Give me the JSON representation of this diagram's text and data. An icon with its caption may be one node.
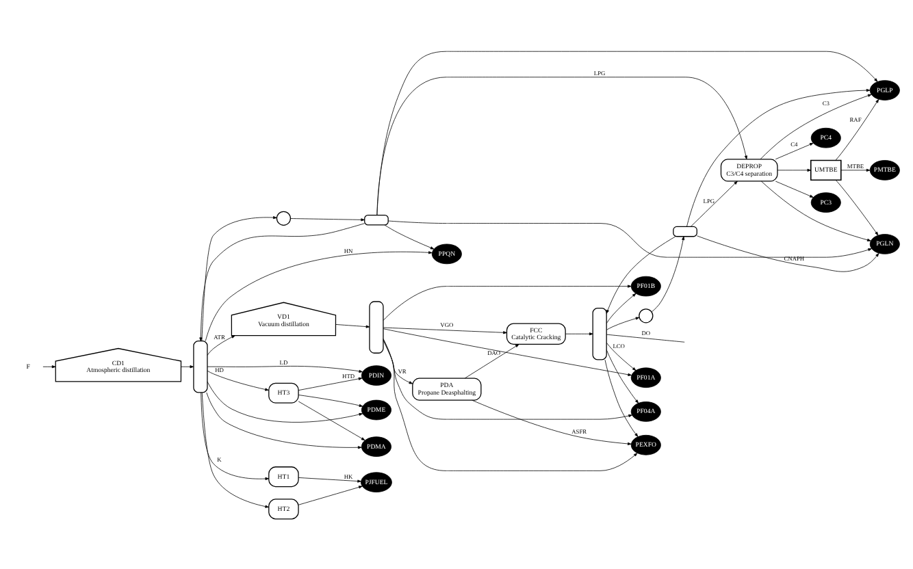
{
  "diagram": {
    "nodes": [
      {
        "text": [
          "F"
        ]
      },
      {
        "text": [
          "CD1",
          "Atmospheric distillation"
        ]
      },
      {
        "text": [],
        "shape": "column"
      },
      {
        "text": [],
        "shape": "circle"
      },
      {
        "text": [],
        "shape": "drum"
      },
      {
        "text": [
          "PPQN"
        ]
      },
      {
        "text": [
          "VD1",
          "Vacuum distillation"
        ]
      },
      {
        "text": [],
        "shape": "column"
      },
      {
        "text": [
          "PF01A"
        ]
      },
      {
        "text": [
          "PF01B"
        ]
      },
      {
        "text": [
          "PF04A"
        ]
      },
      {
        "text": [
          "PEXFO"
        ]
      },
      {
        "text": [
          "PDA",
          "Propane Deasphalting"
        ]
      },
      {
        "text": [
          "PDIN"
        ]
      },
      {
        "text": [
          "PDME"
        ]
      },
      {
        "text": [
          "PDMA"
        ]
      },
      {
        "text": [
          "PGLN"
        ]
      },
      {
        "text": [
          "PJFUEL"
        ]
      },
      {
        "text": [
          "HT1"
        ]
      },
      {
        "text": [
          "HT2"
        ]
      },
      {
        "text": [
          "HT3"
        ]
      },
      {
        "text": [
          "PGLP"
        ]
      },
      {
        "text": [
          "PC3"
        ]
      },
      {
        "text": [
          "PC4"
        ]
      },
      {
        "text": [
          "DEPROP",
          "C3/C4 separation"
        ]
      },
      {
        "text": [],
        "shape": "drum"
      },
      {
        "text": [],
        "shape": "circle"
      },
      {
        "text": [],
        "shape": "column"
      },
      {
        "text": [
          "FCC",
          "Catalytic Cracking"
        ]
      },
      {
        "text": [
          "UMTBE"
        ]
      },
      {
        "text": [
          "PMTBE"
        ]
      }
    ],
    "edges": [
      {
        "from": 0,
        "to": 1,
        "arrow": "to"
      },
      {
        "from": 1,
        "to": 2,
        "arrow": "to"
      },
      {
        "from": 2,
        "to": 3,
        "arrow": "to"
      },
      {
        "from": 3,
        "to": 4,
        "arrow": "to"
      },
      {
        "from": 4,
        "to": 2,
        "arrow": "to"
      },
      {
        "from": 4,
        "to": 5,
        "arrow": "to"
      },
      {
        "from": 2,
        "to": 5,
        "arrow": "to",
        "label": "HN"
      },
      {
        "from": 4,
        "to": 24,
        "arrow": "to",
        "label": "LPG"
      },
      {
        "from": 4,
        "to": 21,
        "arrow": "to"
      },
      {
        "from": 2,
        "to": 18,
        "arrow": "to",
        "label": "K"
      },
      {
        "from": 2,
        "to": 19,
        "arrow": "to"
      },
      {
        "from": 2,
        "to": 13,
        "arrow": "to",
        "label": "LD"
      },
      {
        "from": 2,
        "to": 14,
        "arrow": "to"
      },
      {
        "from": 2,
        "to": 15,
        "arrow": "to"
      },
      {
        "from": 2,
        "to": 20,
        "arrow": "to",
        "label": "HD"
      },
      {
        "from": 2,
        "to": 6,
        "arrow": "to",
        "label": "ATR"
      },
      {
        "from": 6,
        "to": 7,
        "arrow": "to"
      },
      {
        "from": 7,
        "to": 28,
        "arrow": "to",
        "label": "VGO"
      },
      {
        "from": 7,
        "to": 12,
        "arrow": "to",
        "label": "VR"
      },
      {
        "from": 7,
        "to": 8,
        "arrow": "to"
      },
      {
        "from": 7,
        "to": 9,
        "arrow": "to"
      },
      {
        "from": 7,
        "to": 10,
        "arrow": "to"
      },
      {
        "from": 7,
        "to": 11,
        "arrow": "to"
      },
      {
        "from": 12,
        "to": 28,
        "arrow": "to",
        "label": "DAO"
      },
      {
        "from": 12,
        "to": 11,
        "arrow": "to",
        "label": "ASFR"
      },
      {
        "from": 4,
        "to": 16,
        "arrow": "to"
      },
      {
        "from": 18,
        "to": 17,
        "arrow": "to",
        "label": "HK"
      },
      {
        "from": 19,
        "to": 17,
        "arrow": "to"
      },
      {
        "from": 20,
        "to": 13,
        "arrow": "to",
        "label": "HTD"
      },
      {
        "from": 20,
        "to": 14,
        "arrow": "to"
      },
      {
        "from": 20,
        "to": 15,
        "arrow": "to"
      },
      {
        "from": 28,
        "to": 27,
        "arrow": "to"
      },
      {
        "from": 27,
        "to": 26,
        "arrow": "to"
      },
      {
        "from": 26,
        "to": 25,
        "arrow": "to"
      },
      {
        "from": 25,
        "to": 27,
        "arrow": "to"
      },
      {
        "from": 25,
        "to": 24,
        "arrow": "to",
        "label": "LPG"
      },
      {
        "from": 25,
        "to": 21,
        "arrow": "to"
      },
      {
        "from": 25,
        "to": 16,
        "arrow": "to",
        "label": "CNAPH"
      },
      {
        "from": 24,
        "to": 21,
        "arrow": "to",
        "label": "C3"
      },
      {
        "from": 24,
        "to": 22,
        "arrow": "to"
      },
      {
        "from": 24,
        "to": 23,
        "arrow": "to",
        "label": "C4"
      },
      {
        "from": 24,
        "to": 16,
        "arrow": "to"
      },
      {
        "from": 24,
        "to": 29,
        "arrow": "to"
      },
      {
        "from": 27,
        "to": 8,
        "arrow": "to",
        "label": "LCO"
      },
      {
        "from": 27,
        "to": 9,
        "arrow": "to"
      },
      {
        "from": 27,
        "to": 10,
        "arrow": "to"
      },
      {
        "from": 27,
        "to": 11,
        "arrow": "to"
      },
      {
        "from": 27,
        "to": null,
        "arrow": "none",
        "label": "DO"
      },
      {
        "from": 29,
        "to": 30,
        "arrow": "to",
        "label": "MTBE"
      },
      {
        "from": 29,
        "to": 16,
        "arrow": "to"
      },
      {
        "from": 29,
        "to": 21,
        "arrow": "to",
        "label": "RAF"
      }
    ]
  }
}
